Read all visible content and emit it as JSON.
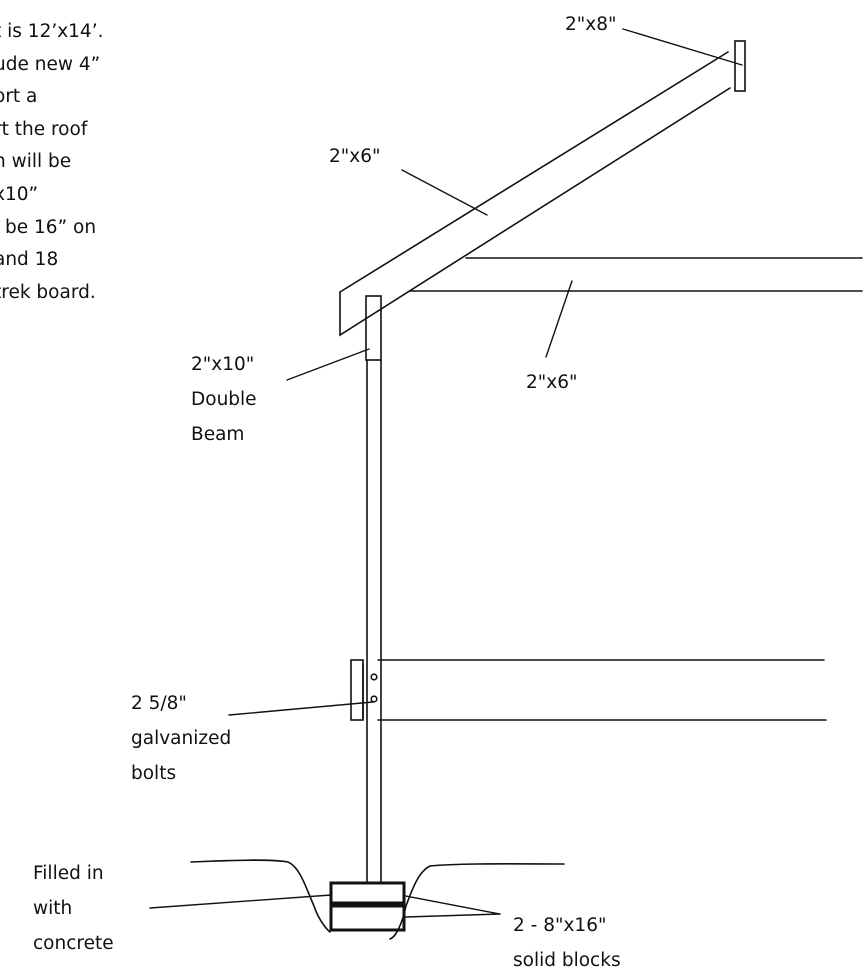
{
  "colors": {
    "ink": "#111111",
    "background": "#ffffff"
  },
  "notes": {
    "lines": [
      "t is 12’x14’.",
      "ude new 4”",
      "ort a",
      "rt the roof",
      "n will be",
      "x10”",
      "l be 16” on",
      " and 18",
      "trek board."
    ]
  },
  "labels": {
    "rafter_end": "2\"x8\"",
    "rafter": "2\"x6\"",
    "ledger": "2\"x6\"",
    "beam_size": "2\"x10\"",
    "beam_line1": "Double",
    "beam_line2": "Beam",
    "bolts_line1": "2 5/8\"",
    "bolts_line2": "galvanized",
    "bolts_line3": "bolts",
    "fill_line1": "Filled in",
    "fill_line2": "with",
    "fill_line3": "concrete",
    "blocks_line1": "2 - 8\"x16\"",
    "blocks_line2": "solid blocks"
  }
}
